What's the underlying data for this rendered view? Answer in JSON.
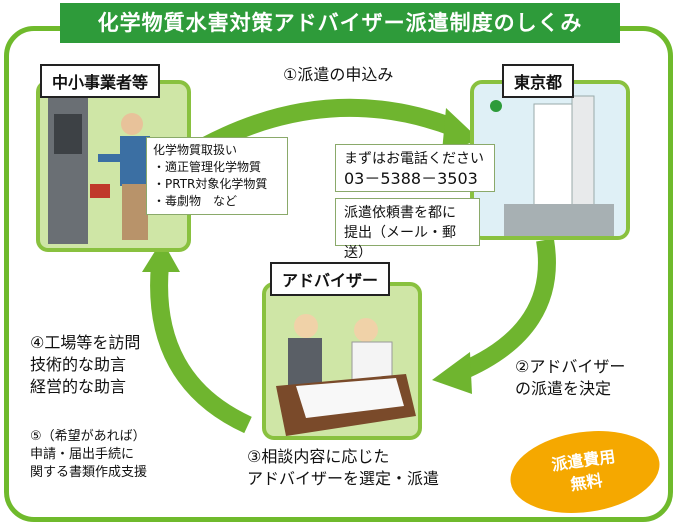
{
  "title": "化学物質水害対策アドバイザー派遣制度のしくみ",
  "nodes": {
    "sme": {
      "label": "中小事業者等",
      "note": [
        "化学物質取扱い",
        "・適正管理化学物質",
        "・PRTR対象化学物質",
        "・毒劇物　など"
      ]
    },
    "tokyo": {
      "label": "東京都",
      "phone_intro": "まずはお電話ください",
      "phone": "03－5388－3503",
      "request": [
        "派遣依頼書を都に",
        "提出（メール・郵送）"
      ]
    },
    "advisor": {
      "label": "アドバイザー"
    }
  },
  "steps": {
    "s1": "①派遣の申込み",
    "s2": [
      "②アドバイザー",
      "の派遣を決定"
    ],
    "s3": [
      "③相談内容に応じた",
      "アドバイザーを選定・派遣"
    ],
    "s4": [
      "④工場等を訪問",
      "技術的な助言",
      "経営的な助言"
    ],
    "s5": [
      "⑤（希望があれば）",
      "申請・届出手続に",
      "関する書類作成支援"
    ]
  },
  "badge": [
    "派遣費用",
    "無料"
  ],
  "colors": {
    "frame": "#6fba2c",
    "title_bg": "#2e9b3a",
    "arrow": "#6fb52f",
    "panel": "#cfe6a6",
    "badge": "#f5a800"
  }
}
